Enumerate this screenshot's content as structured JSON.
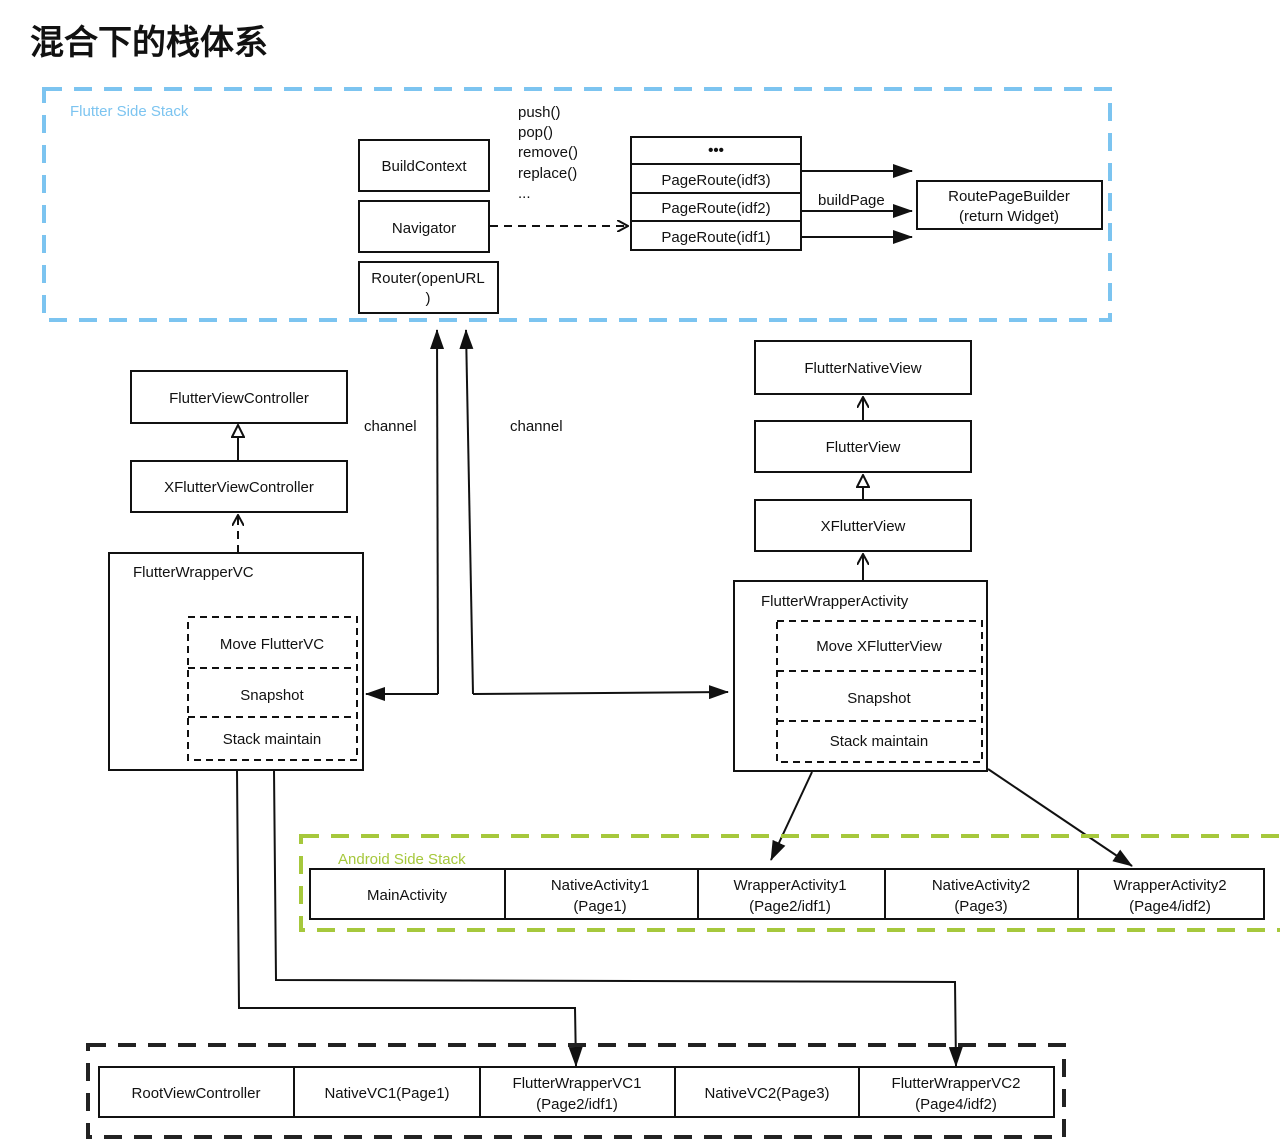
{
  "title": "混合下的栈体系",
  "colors": {
    "flutter_frame": "#7cc4f0",
    "android_frame": "#a6c83c",
    "ios_frame": "#222222"
  },
  "flutter_stack": {
    "label": "Flutter Side Stack",
    "build_context": "BuildContext",
    "navigator": "Navigator",
    "router_line1": "Router(openURL",
    "router_line2": ")",
    "methods": [
      "push()",
      "pop()",
      "remove()",
      "replace()",
      "..."
    ],
    "routes": [
      "•••",
      "PageRoute(idf3)",
      "PageRoute(idf2)",
      "PageRoute(idf1)"
    ],
    "build_page_label": "buildPage",
    "builder_line1": "RoutePageBuilder",
    "builder_line2": "(return Widget)"
  },
  "channels": [
    "channel",
    "channel"
  ],
  "ios": {
    "flutter_vc": "FlutterViewController",
    "x_flutter_vc": "XFlutterViewController",
    "wrapper_vc": "FlutterWrapperVC",
    "inner": [
      "Move FlutterVC",
      "Snapshot",
      "Stack maintain"
    ]
  },
  "android": {
    "native_view": "FlutterNativeView",
    "flutter_view": "FlutterView",
    "x_flutter_view": "XFlutterView",
    "wrapper_activity": "FlutterWrapperActivity",
    "inner": [
      "Move XFlutterView",
      "Snapshot",
      "Stack maintain"
    ]
  },
  "android_stack": {
    "label": "Android Side Stack",
    "cells": [
      {
        "l1": "MainActivity",
        "l2": ""
      },
      {
        "l1": "NativeActivity1",
        "l2": "(Page1)"
      },
      {
        "l1": "WrapperActivity1",
        "l2": "(Page2/idf1)"
      },
      {
        "l1": "NativeActivity2",
        "l2": "(Page3)"
      },
      {
        "l1": "WrapperActivity2",
        "l2": "(Page4/idf2)"
      }
    ]
  },
  "ios_stack": {
    "cells": [
      {
        "l1": "RootViewController",
        "l2": ""
      },
      {
        "l1": "NativeVC1(Page1)",
        "l2": ""
      },
      {
        "l1": "FlutterWrapperVC1",
        "l2": "(Page2/idf1)"
      },
      {
        "l1": "NativeVC2(Page3)",
        "l2": ""
      },
      {
        "l1": "FlutterWrapperVC2",
        "l2": "(Page4/idf2)"
      }
    ]
  }
}
